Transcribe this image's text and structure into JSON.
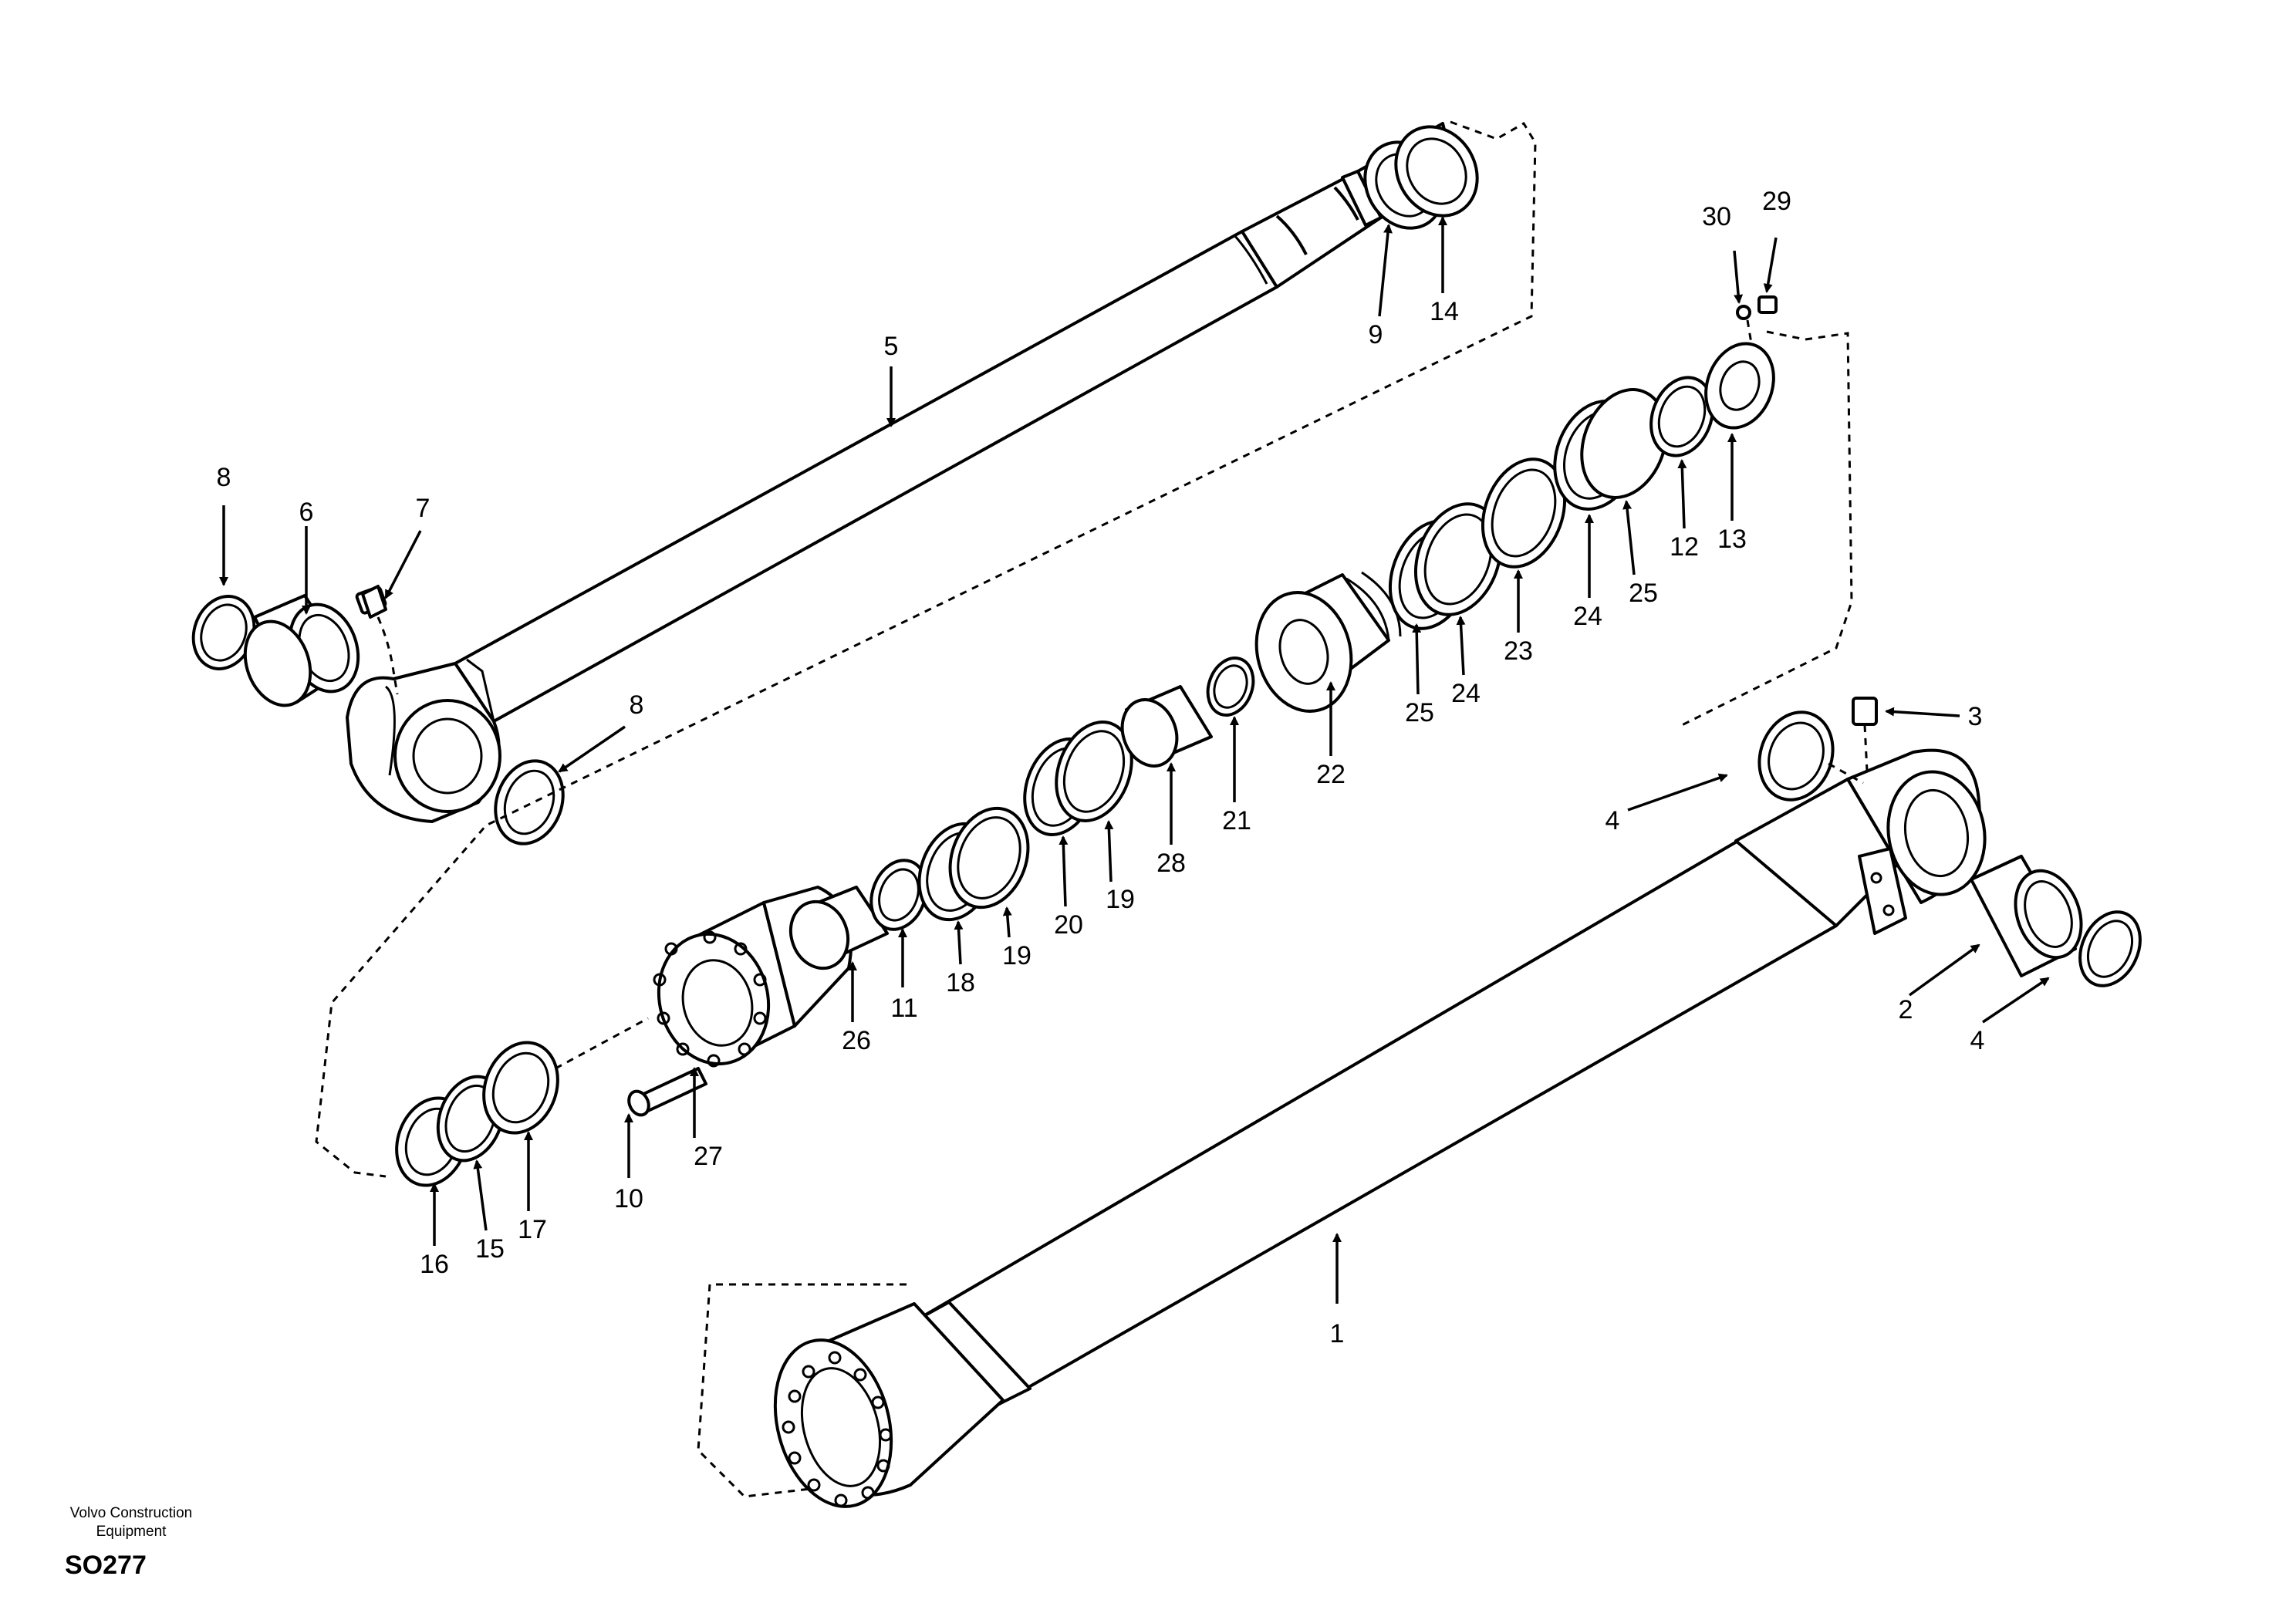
{
  "diagram": {
    "labels": [
      "1",
      "2",
      "3",
      "4",
      "4",
      "5",
      "6",
      "7",
      "8",
      "8",
      "9",
      "10",
      "11",
      "12",
      "13",
      "14",
      "15",
      "16",
      "17",
      "18",
      "19",
      "19",
      "20",
      "21",
      "22",
      "23",
      "24",
      "24",
      "25",
      "25",
      "26",
      "27",
      "28",
      "29",
      "30"
    ]
  },
  "footer": {
    "brand_line1": "Volvo Construction",
    "brand_line2": "Equipment",
    "code": "SO277"
  }
}
